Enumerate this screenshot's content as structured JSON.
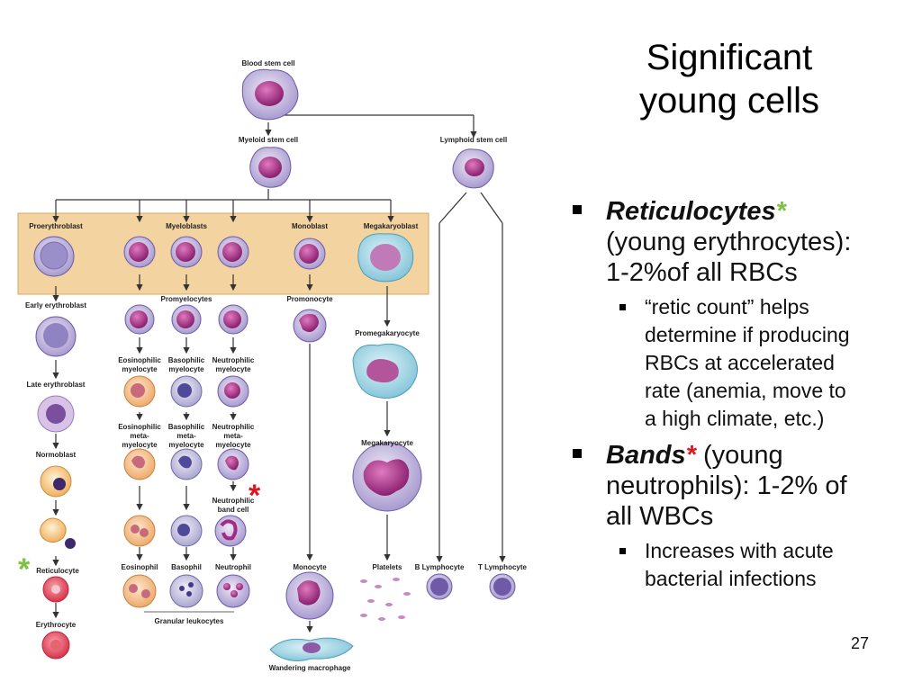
{
  "slide": {
    "title_lines": [
      "Significant",
      "young cells"
    ],
    "page_number": "27",
    "bullets": [
      {
        "term": "Reticulocytes",
        "asterisk": "*",
        "asterisk_color": "#7cc242",
        "text_lines": [
          "(young erythrocytes):",
          "1-2%of all RBCs"
        ],
        "sub": [
          {
            "lines": [
              "“retic count” helps",
              "determine if producing",
              "RBCs at accelerated",
              "rate (anemia, move to",
              "a high climate, etc.)"
            ]
          }
        ]
      },
      {
        "term": "Bands",
        "asterisk": "*",
        "asterisk_color": "#e0161f",
        "text_lines": [
          " (young",
          "neutrophils): 1-2% of",
          "all WBCs"
        ],
        "sub": [
          {
            "lines": [
              "Increases with acute",
              "bacterial infections"
            ]
          }
        ]
      }
    ]
  },
  "diagram": {
    "colors": {
      "band": "#f3d3a0",
      "band_border": "#d9a866",
      "nucleus": "#b23a8e",
      "cytoplasm": "#c8bfe0",
      "red_cell": "#e0485a",
      "arrow": "#333333"
    },
    "labels": {
      "blood_stem_cell": "Blood stem cell",
      "myeloid_stem_cell": "Myeloid stem cell",
      "lymphoid_stem_cell": "Lymphoid stem cell",
      "proerythroblast": "Proerythroblast",
      "myeloblasts": "Myeloblasts",
      "monoblast": "Monoblast",
      "megakaryoblast": "Megakaryoblast",
      "early_erythroblast": "Early erythroblast",
      "promyelocytes": "Promyelocytes",
      "promonocyte": "Promonocyte",
      "promegakaryocyte": "Promegakaryocyte",
      "eosinophilic_myelocyte": [
        "Eosinophilic",
        "myelocyte"
      ],
      "basophilic_myelocyte": [
        "Basophilic",
        "myelocyte"
      ],
      "neutrophilic_myelocyte": [
        "Neutrophilic",
        "myelocyte"
      ],
      "late_erythroblast": "Late erythroblast",
      "eosinophilic_metamyelocyte": [
        "Eosinophilic",
        "meta-",
        "myelocyte"
      ],
      "basophilic_metamyelocyte": [
        "Basophilic",
        "meta-",
        "myelocyte"
      ],
      "neutrophilic_metamyelocyte": [
        "Neutrophilic",
        "meta-",
        "myelocyte"
      ],
      "normoblast": "Normoblast",
      "megakaryocyte": "Megakaryocyte",
      "neutrophilic_band_cell": [
        "Neutrophilic",
        "band cell"
      ],
      "reticulocyte": "Reticulocyte",
      "eosinophil": "Eosinophil",
      "basophil": "Basophil",
      "neutrophil": "Neutrophil",
      "monocyte": "Monocyte",
      "platelets": "Platelets",
      "b_lymphocyte": "B Lymphocyte",
      "t_lymphocyte": "T Lymphocyte",
      "erythrocyte": "Erythrocyte",
      "granular_leukocytes": "Granular leukocytes",
      "wandering_macrophage": "Wandering macrophage"
    },
    "asterisks": [
      {
        "symbol": "*",
        "color": "#7cc242"
      },
      {
        "symbol": "*",
        "color": "#e0161f"
      }
    ]
  }
}
